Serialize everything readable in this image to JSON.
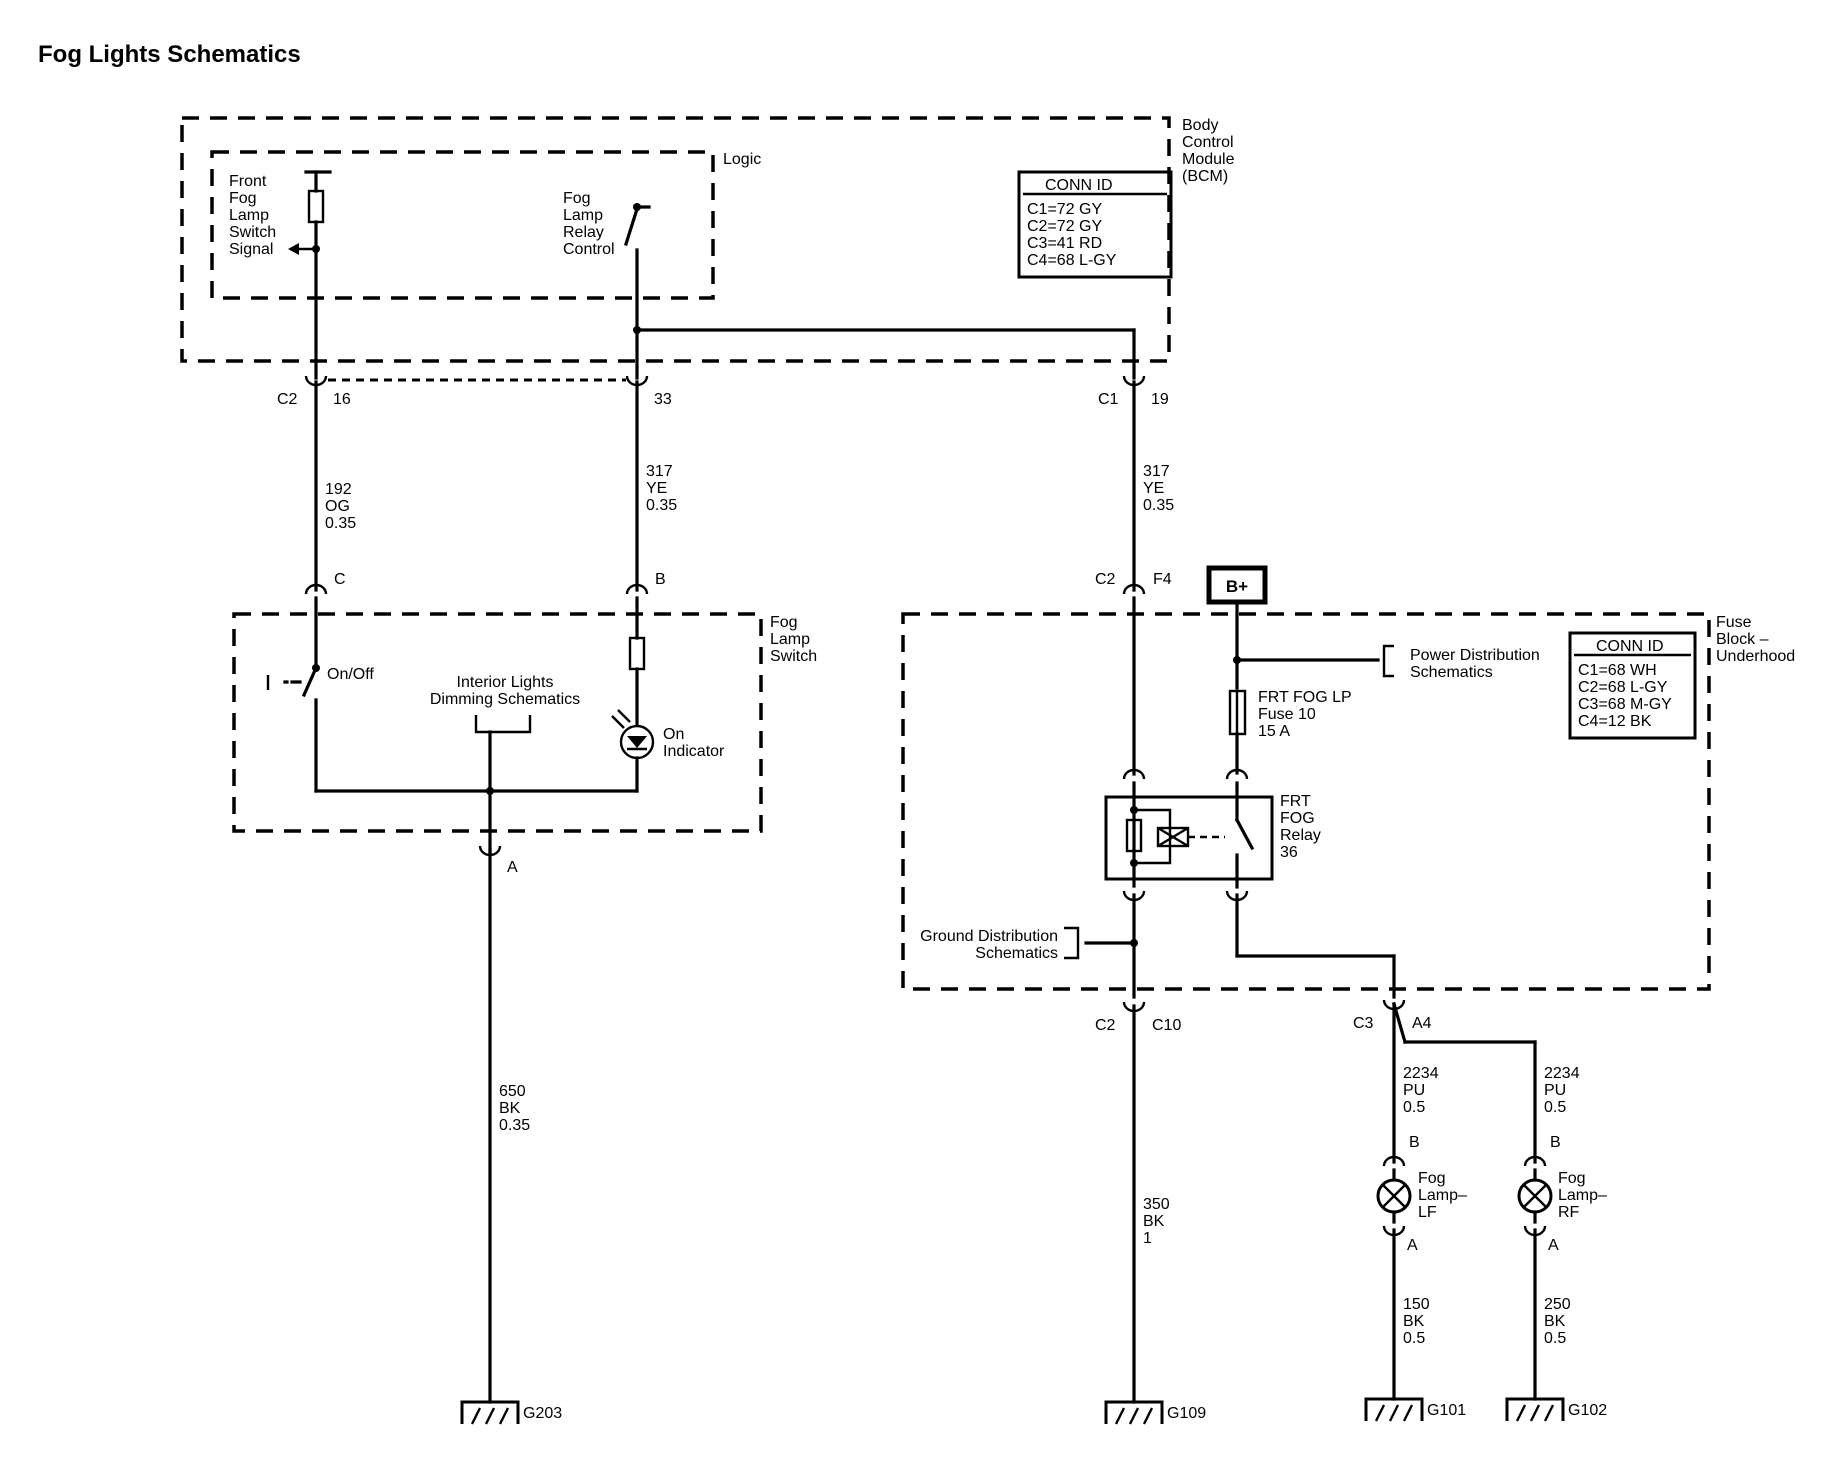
{
  "title": "Fog Lights Schematics",
  "bcm": {
    "label": [
      "Body",
      "Control",
      "Module",
      "(BCM)"
    ],
    "logic_label": "Logic",
    "front_fog_signal": [
      "Front",
      "Fog",
      "Lamp",
      "Switch",
      "Signal"
    ],
    "fog_relay_control": [
      "Fog",
      "Lamp",
      "Relay",
      "Control"
    ],
    "conn_table": {
      "header": "CONN ID",
      "rows": [
        "C1=72 GY",
        "C2=72 GY",
        "C3=41 RD",
        "C4=68 L-GY"
      ]
    }
  },
  "connectors": {
    "c2_16": {
      "conn": "C2",
      "pin": "16"
    },
    "p33": {
      "pin": "33"
    },
    "c1_19": {
      "conn": "C1",
      "pin": "19"
    },
    "pin_c": "C",
    "pin_b": "B",
    "c2_f4": {
      "conn": "C2",
      "pin": "F4"
    },
    "pin_a": "A",
    "c2_c10": {
      "conn": "C2",
      "pin": "C10"
    },
    "c3_a4": {
      "conn": "C3",
      "pin": "A4"
    },
    "lf_b": "B",
    "lf_a": "A",
    "rf_b": "B",
    "rf_a": "A"
  },
  "wires": {
    "w192": [
      "192",
      "OG",
      "0.35"
    ],
    "w317a": [
      "317",
      "YE",
      "0.35"
    ],
    "w317b": [
      "317",
      "YE",
      "0.35"
    ],
    "w650": [
      "650",
      "BK",
      "0.35"
    ],
    "w350": [
      "350",
      "BK",
      "1"
    ],
    "w2234a": [
      "2234",
      "PU",
      "0.5"
    ],
    "w2234b": [
      "2234",
      "PU",
      "0.5"
    ],
    "w150": [
      "150",
      "BK",
      "0.5"
    ],
    "w250": [
      "250",
      "BK",
      "0.5"
    ]
  },
  "fog_switch": {
    "label": [
      "Fog",
      "Lamp",
      "Switch"
    ],
    "on_off": "On/Off",
    "dimming": [
      "Interior Lights",
      "Dimming Schematics"
    ],
    "indicator": [
      "On",
      "Indicator"
    ]
  },
  "fuse_block": {
    "label": [
      "Fuse",
      "Block –",
      "Underhood"
    ],
    "b_plus": "B+",
    "power_dist": [
      "Power Distribution",
      "Schematics"
    ],
    "fuse": [
      "FRT FOG LP",
      "Fuse 10",
      "15 A"
    ],
    "relay": [
      "FRT",
      "FOG",
      "Relay",
      "36"
    ],
    "ground_dist": [
      "Ground Distribution",
      "Schematics"
    ],
    "conn_table": {
      "header": "CONN ID",
      "rows": [
        "C1=68 WH",
        "C2=68 L-GY",
        "C3=68 M-GY",
        "C4=12 BK"
      ]
    }
  },
  "lamps": {
    "lf": [
      "Fog",
      "Lamp–",
      "LF"
    ],
    "rf": [
      "Fog",
      "Lamp–",
      "RF"
    ]
  },
  "grounds": {
    "g203": "G203",
    "g109": "G109",
    "g101": "G101",
    "g102": "G102"
  }
}
